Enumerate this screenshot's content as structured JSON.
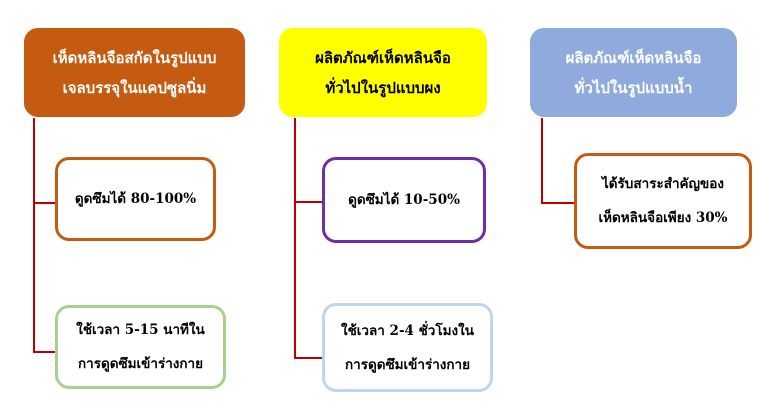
{
  "columns": [
    {
      "header": {
        "lines": [
          "เห็ดหลินจือสกัดในรูปแบบ",
          "เจลบรรจุในแคปซูลนิ่ม"
        ],
        "bg": "#c55a11",
        "border": "#c55a11",
        "text_color": "#ffffff"
      },
      "cards": [
        {
          "lines": [
            "ดูดซึมได้ 80-100%"
          ],
          "border": "#c55a11"
        },
        {
          "lines": [
            "ใช้เวลา 5-15 นาทีใน",
            "การดูดซึมเข้าร่างกาย"
          ],
          "border": "#a9d18e"
        }
      ]
    },
    {
      "header": {
        "lines": [
          "ผลิตภัณฑ์เห็ดหลินจือ",
          "ทั่วไปในรูปแบบผง"
        ],
        "bg": "#ffff00",
        "border": "#ffff00",
        "text_color": "#000000"
      },
      "cards": [
        {
          "lines": [
            "ดูดซึมได้ 10-50%"
          ],
          "border": "#7030a0"
        },
        {
          "lines": [
            "ใช้เวลา 2-4 ชั่วโมงใน",
            "การดูดซึมเข้าร่างกาย"
          ],
          "border": "#bdd7ee"
        }
      ]
    },
    {
      "header": {
        "lines": [
          "ผลิตภัณฑ์เห็ดหลินจือ",
          "ทั่วไปในรูปแบบน้ำ"
        ],
        "bg": "#8faadc",
        "border": "#8faadc",
        "text_color": "#ffffff"
      },
      "cards": [
        {
          "lines": [
            "ได้รับสาระสำคัญของ",
            "เห็ดหลินจือเพียง 30%"
          ],
          "border": "#c55a11"
        }
      ]
    }
  ],
  "connector_color": "#c00000"
}
